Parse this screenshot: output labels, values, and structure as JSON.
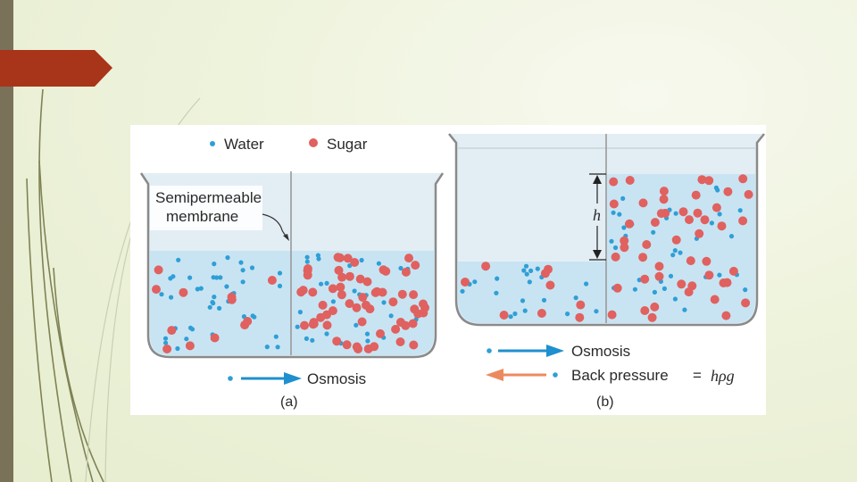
{
  "legend": {
    "water_label": "Water",
    "sugar_label": "Sugar"
  },
  "panel_a": {
    "membrane_label_line1": "Semipermeable",
    "membrane_label_line2": "membrane",
    "arrow_label": "Osmosis",
    "caption": "(a)"
  },
  "panel_b": {
    "height_label": "h",
    "osmosis_label": "Osmosis",
    "back_pressure_label": "Back pressure",
    "back_pressure_equals": "=",
    "back_pressure_formula": "hρg",
    "caption": "(b)"
  },
  "colors": {
    "water": "#2f9fd6",
    "sugar": "#e0615f",
    "solution": "#c8e4f3",
    "glass": "#e3eef4",
    "glass_edge": "#8a8a8a",
    "osmosis_arrow": "#1e8fcf",
    "back_pressure_arrow": "#ec8a5f",
    "slide_bar": "#7a7159",
    "accent_tab": "#a8341a"
  },
  "icons": {
    "water_marker": "blue-dot-icon",
    "sugar_marker": "red-dot-icon"
  }
}
